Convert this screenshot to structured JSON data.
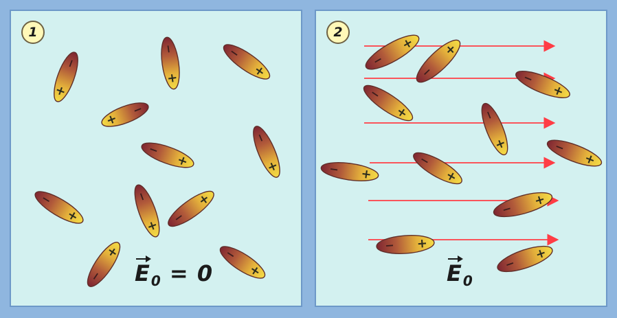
{
  "panels": [
    {
      "badge": "1",
      "formula": {
        "symbol": "E",
        "subscript": "0",
        "suffix": " = 0"
      }
    },
    {
      "badge": "2",
      "formula": {
        "symbol": "E",
        "subscript": "0",
        "suffix": ""
      }
    }
  ],
  "colors": {
    "frame": "#8fb6df",
    "panel": "#d3f1f0",
    "field_line": "#ff3d45",
    "dipole_positive": "#f4dc45",
    "dipole_negative": "#7e2531"
  },
  "icons": {
    "dipole": "polar-ellipse-icon",
    "field_line": "field-arrow-icon"
  },
  "charges": {
    "positive": "+",
    "negative": "−"
  }
}
